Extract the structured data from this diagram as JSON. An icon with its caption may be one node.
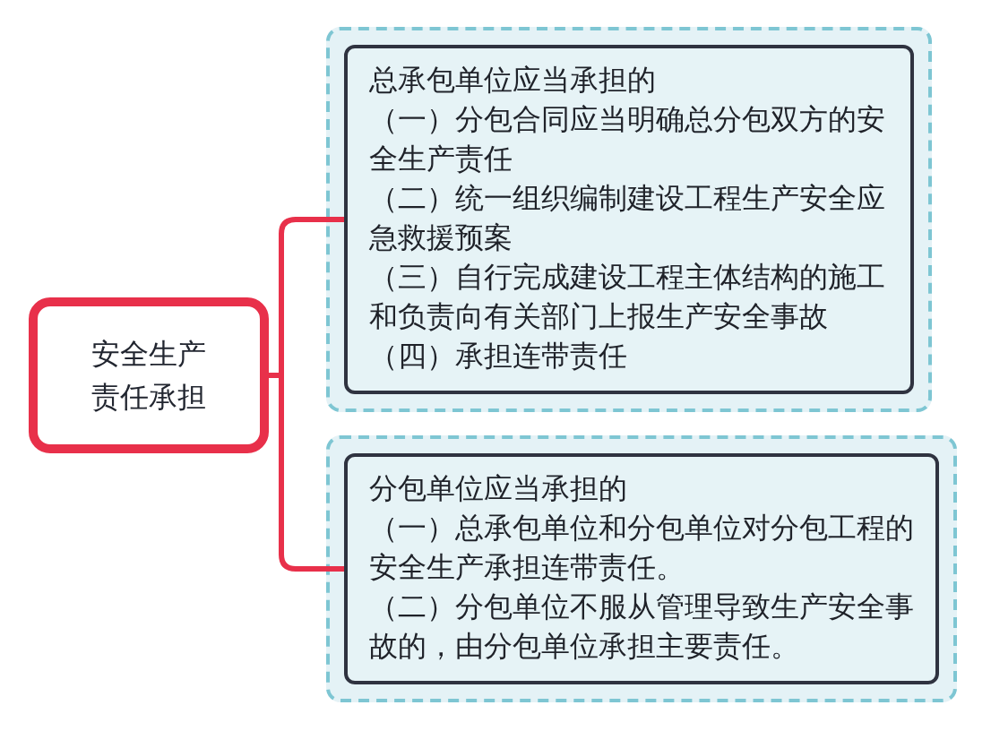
{
  "diagram": {
    "nodes": [
      {
        "text": [
          "安全生产责任承担"
        ]
      },
      {
        "text": [],
        "shape": "box"
      },
      {
        "text": [
          "总承包单位应当承担的",
          "（一）分包合同应当明确总分包双方的安全生产责任",
          "（二）统一组织编制建设工程生产安全应急救援预案",
          "（三）自行完成建设工程主体结构的施工和负责向有关部门上报生产安全事故",
          "（四）承担连带责任"
        ],
        "in": 1
      },
      {
        "text": [],
        "shape": "box"
      },
      {
        "text": [
          "分包单位应当承担的",
          "（一）总承包单位和分包单位对分包工程的安全生产承担连带责任。",
          "（二）分包单位不服从管理导致生产安全事故的，由分包单位承担主要责任。"
        ],
        "in": 3
      }
    ],
    "edges": [
      {
        "from": 0,
        "to": 2,
        "arrow": "none"
      },
      {
        "from": 0,
        "to": 4,
        "arrow": "none"
      }
    ]
  }
}
